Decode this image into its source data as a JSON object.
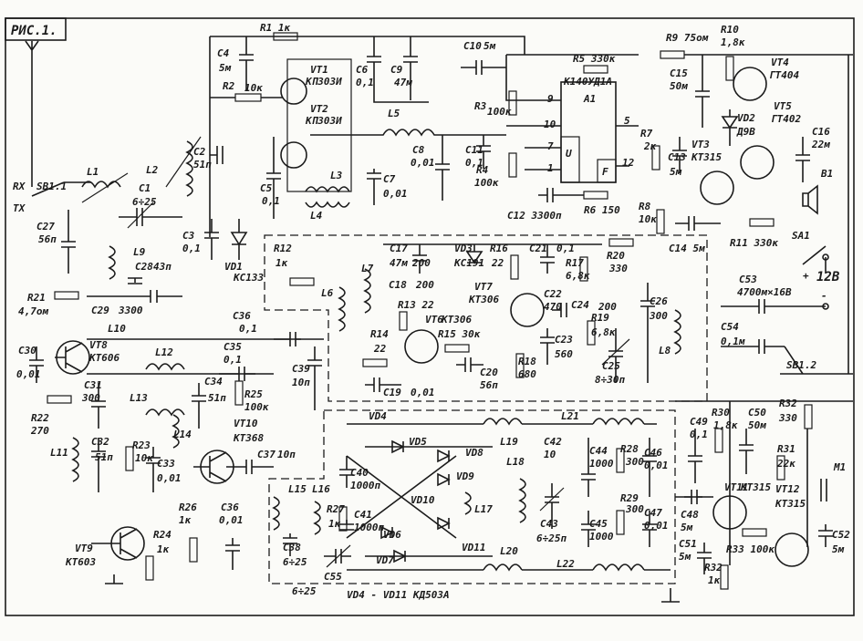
{
  "figure_label": "РИС.1.",
  "resistors": {
    "R1": "R1 1к",
    "R2": "R2",
    "R2v": "10к",
    "R3": "R3",
    "R3v": "100к",
    "R4": "R4",
    "R4v": "100к",
    "R5": "R5 330к",
    "R6": "R6 150",
    "R7": "R7",
    "R7v": "2к",
    "R8": "R8",
    "R8v": "10к",
    "R9": "R9 75ом",
    "R10": "R10",
    "R10v": "1,8к",
    "R11": "R11 330к",
    "R12": "R12",
    "R12v": "1к",
    "R13": "R13 22",
    "R14": "R14",
    "R14v": "22",
    "R15": "R15 30к",
    "R16": "R16",
    "R16v": "22",
    "R17": "R17",
    "R17v": "6,8к",
    "R18": "R18",
    "R18v": "680",
    "R19": "R19",
    "R19v": "6,8к",
    "R20": "R20",
    "R20v": "330",
    "R21": "R21",
    "R21v": "4,7ом",
    "R22": "R22",
    "R22v": "270",
    "R23": "R23",
    "R23v": "10к",
    "R24": "R24",
    "R24v": "1к",
    "R25": "R25",
    "R25v": "100к",
    "R26": "R26",
    "R26v": "1к",
    "R27": "R27",
    "R27v": "1к",
    "R28": "R28",
    "R28v": "300",
    "R29": "R29",
    "R29v": "300",
    "R30": "R30",
    "R30v": "1,8к",
    "R31": "R31",
    "R31v": "22к",
    "R32a": "R32",
    "R32av": "330",
    "R32b": "R32",
    "R32bv": "1к",
    "R33": "R33 100к"
  },
  "capacitors": {
    "C1": "C1",
    "C1v": "6÷25",
    "C2": "C2",
    "C2v": "51п",
    "C3": "C3",
    "C3v": "0,1",
    "C4": "C4",
    "C4v": "5м",
    "C5": "C5",
    "C5v": "0,1",
    "C6": "C6",
    "C6v": "0,1",
    "C7": "C7",
    "C7v": "0,01",
    "C8": "C8",
    "C8v": "0,01",
    "C9": "C9",
    "C9v": "47м",
    "C10": "C10",
    "C10v": "5м",
    "C11": "C11",
    "C11v": "0,1",
    "C12": "C12 3300п",
    "C13": "C13",
    "C13v": "5м",
    "C14": "C14 5м",
    "C15": "C15",
    "C15v": "50м",
    "C16": "C16",
    "C16v": "22м",
    "C17": "C17",
    "C17v": "47м",
    "C18": "C18",
    "C18v": "200",
    "C19": "C19",
    "C19v": "0,01",
    "C20": "C20",
    "C20v": "56п",
    "C21": "C21",
    "C21v": "0,1",
    "C22": "C22",
    "C22v": "470",
    "C23": "C23",
    "C23v": "560",
    "C24": "C24",
    "C24v": "200",
    "C25": "C25",
    "C25v": "8÷30п",
    "C26": "C26",
    "C26v": "300",
    "C27": "C27",
    "C27v": "56п",
    "C28": "C28",
    "C28v": "43п",
    "C29": "C29",
    "C29v": "3300",
    "C30": "C30",
    "C30v": "0,01",
    "C31": "C31",
    "C31v": "300",
    "C32": "C32",
    "C32v": "51п",
    "C33": "C33",
    "C33v": "0,01",
    "C34": "C34",
    "C34v": "51п",
    "C35": "C35",
    "C35v": "0,1",
    "C36": "C36",
    "C36v": "0,1",
    "C36b": "C36",
    "C36bv": "0,01",
    "C37": "C37",
    "C37v": "10п",
    "C38": "C38",
    "C38v": "6÷25",
    "C39": "C39",
    "C39v": "10п",
    "C40": "C40",
    "C40v": "1000п",
    "C41": "C41",
    "C41v": "1000п",
    "C42": "C42",
    "C42v": "10",
    "C43": "C43",
    "C43v": "6÷25п",
    "C44": "C44",
    "C44v": "1000",
    "C45": "C45",
    "C45v": "1000",
    "C46": "C46",
    "C46v": "0,01",
    "C47": "C47",
    "C47v": "0,01",
    "C48": "C48",
    "C48v": "5м",
    "C49": "C49",
    "C49v": "0,1",
    "C50": "C50",
    "C50v": "50м",
    "C51": "C51",
    "C51v": "5м",
    "C52": "C52",
    "C52v": "5м",
    "C53": "C53",
    "C53v": "4700м×16В",
    "C54": "C54",
    "C54v": "0,1м",
    "C55": "C55",
    "C55v": "6÷25"
  },
  "inductors": {
    "L1": "L1",
    "L2": "L2",
    "L3": "L3",
    "L4": "L4",
    "L5": "L5",
    "L6": "L6",
    "L7": "L7",
    "L8": "L8",
    "L9": "L9",
    "L10": "L10",
    "L11": "L11",
    "L12": "L12",
    "L13": "L13",
    "L14": "L14",
    "L15": "L15",
    "L16": "L16",
    "L17": "L17",
    "L18": "L18",
    "L19": "L19",
    "L20": "L20",
    "L21": "L21",
    "L22": "L22"
  },
  "semis": {
    "VT1": "VT1",
    "VT1t": "КП303И",
    "VT2": "VT2",
    "VT2t": "КП303И",
    "VT3": "VT3",
    "VT3t": "КТ315",
    "VT4": "VT4",
    "VT4t": "ГТ404",
    "VT5": "VT5",
    "VT5t": "ГТ402",
    "VT6": "VT6",
    "VT6t": "КТ306",
    "VT7": "VT7",
    "VT7t": "КТ306",
    "VT8": "VT8",
    "VT8t": "КТ606",
    "VT9": "VT9",
    "VT9t": "КТ603",
    "VT10": "VT10",
    "VT10t": "КТ368",
    "VT11": "VT11",
    "VT11t": "КТ315",
    "VT12": "VT12",
    "VT12t": "КТ315",
    "VD1": "VD1",
    "VD1t": "КС133",
    "VD2": "VD2",
    "VD2t": "Д9В",
    "VD3": "VD3",
    "VD3t": "КС191",
    "VD4": "VD4",
    "VD5": "VD5",
    "VD6": "VD6",
    "VD7": "VD7",
    "VD8": "VD8",
    "VD9": "VD9",
    "VD10": "VD10",
    "VD11": "VD11",
    "VD_note": "VD4 - VD11  КД503А",
    "A1": "A1",
    "A1t": "К140УД1А"
  },
  "pins": {
    "p9": "9",
    "p10": "10",
    "p7": "7",
    "p1": "1",
    "p5": "5",
    "p12": "12",
    "U": "U",
    "F": "F"
  },
  "misc": {
    "SB1_1": "SB1.1",
    "SB1_2": "SB1.2",
    "SA1": "SA1",
    "RX": "RX",
    "TX": "TX",
    "supply": "12В",
    "plus": "+",
    "minus": "-",
    "B1": "B1",
    "M1": "M1",
    "C55_bottom": "6÷25"
  }
}
